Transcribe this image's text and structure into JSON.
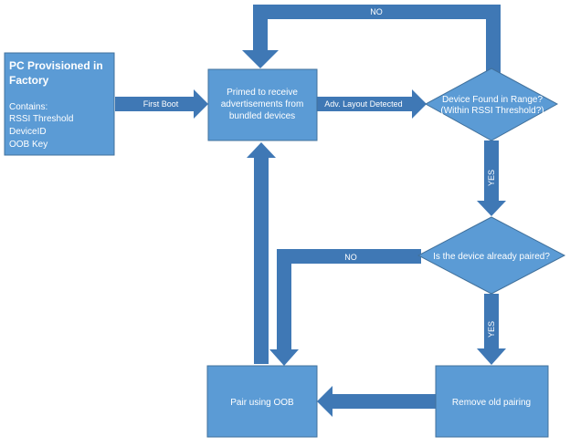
{
  "colors": {
    "node_fill": "#5b9bd5",
    "node_stroke": "#41719c",
    "connector": "#3f78b5",
    "text": "#ffffff",
    "background": "#ffffff"
  },
  "nodes": {
    "provisioned": {
      "title_line1": "PC Provisioned in",
      "title_line2": "Factory",
      "contains_label": "Contains:",
      "items": [
        "RSSI Threshold",
        "DeviceID",
        "OOB Key"
      ]
    },
    "primed": {
      "lines": [
        "Primed to receive",
        "advertisements from",
        "bundled devices"
      ]
    },
    "device_found": {
      "lines": [
        "Device Found in Range?",
        "(Within RSSI Threshold?)"
      ]
    },
    "already_paired": {
      "lines": [
        "Is the device already paired?"
      ]
    },
    "remove_pairing": {
      "lines": [
        "Remove old pairing"
      ]
    },
    "pair_oob": {
      "lines": [
        "Pair using OOB"
      ]
    }
  },
  "edges": {
    "first_boot": "First Boot",
    "adv_layout": "Adv. Layout Detected",
    "no_top": "NO",
    "yes_1": "YES",
    "no_mid": "NO",
    "yes_2": "YES"
  }
}
